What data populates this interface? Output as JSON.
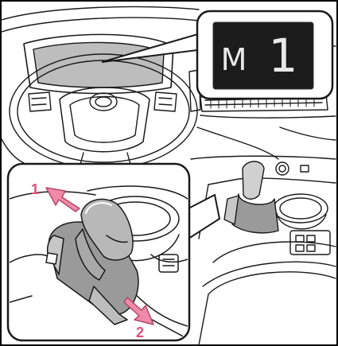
{
  "display": {
    "mode_letter": "M",
    "gear_number": "1"
  },
  "steps": [
    {
      "number": "1",
      "direction": "up"
    },
    {
      "number": "2",
      "direction": "down"
    }
  ],
  "colors": {
    "arrow": "#f08aa8",
    "arrow_stroke": "#b04a6a",
    "lever": "#b8b8b8",
    "lever_dark": "#7a7a7a",
    "callout_bg": "#1c1c1c",
    "callout_text": "#e8e8e8",
    "line": "#1a1a1a",
    "frame": "#000000"
  }
}
